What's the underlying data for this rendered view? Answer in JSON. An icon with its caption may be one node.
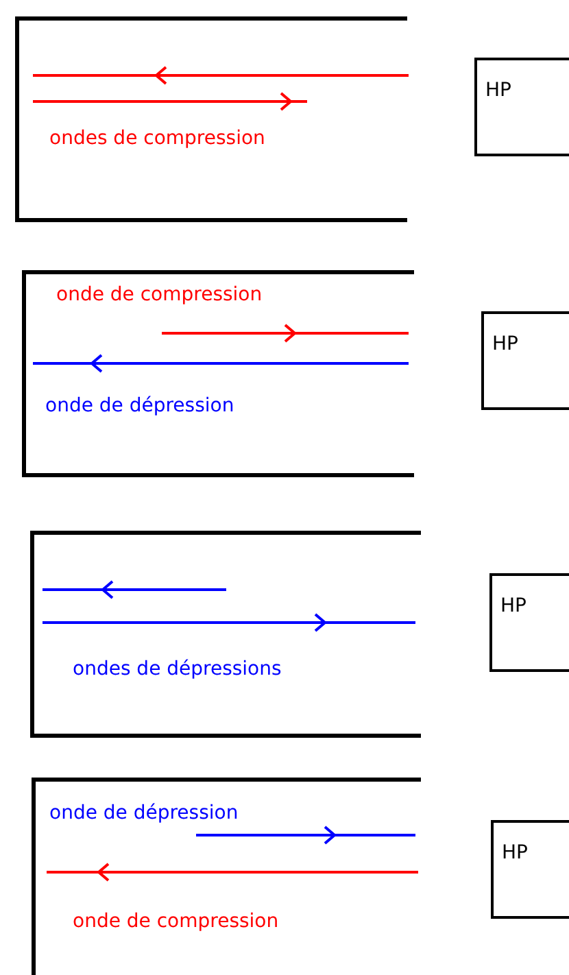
{
  "diagram": {
    "nodes": [
      {
        "text": [
          "ondes de compression"
        ]
      },
      {
        "text": [
          "HP"
        ]
      },
      {
        "text": [
          "onde de compression",
          "onde de dépression"
        ]
      },
      {
        "text": [
          "HP"
        ]
      },
      {
        "text": [
          "ondes de dépressions"
        ]
      },
      {
        "text": [
          "HP"
        ]
      },
      {
        "text": [
          "onde de dépression",
          "onde de compression"
        ]
      },
      {
        "text": [
          "HP"
        ]
      }
    ]
  }
}
